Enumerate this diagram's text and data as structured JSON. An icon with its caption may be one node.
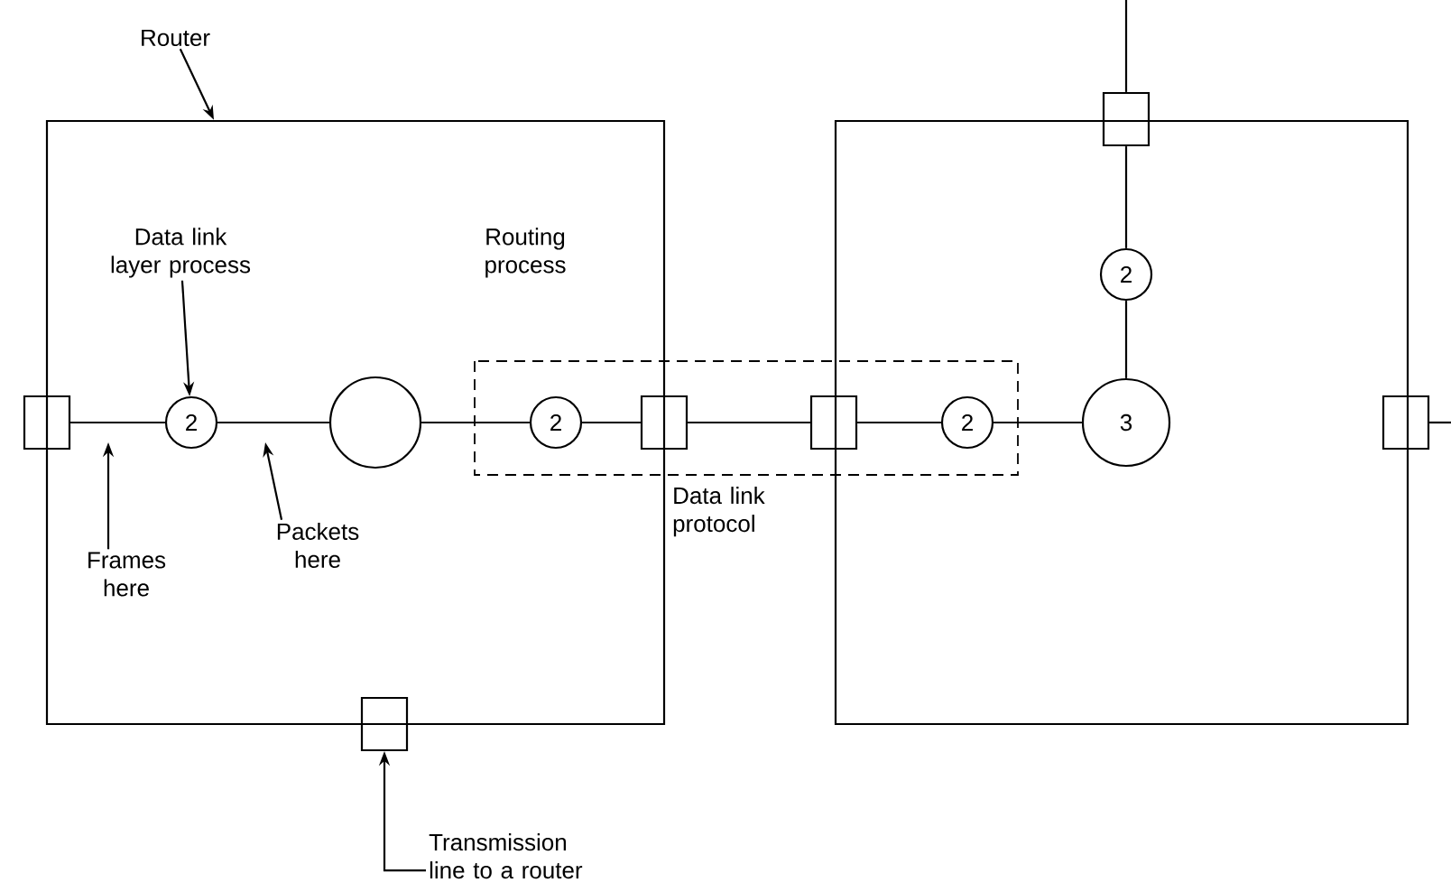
{
  "diagram": {
    "nodes": [
      {
        "text": [
          "Router"
        ]
      },
      {
        "text": [],
        "shape": "box"
      },
      {
        "text": [],
        "shape": "box"
      },
      {
        "text": [
          "Data link layer process"
        ],
        "in": 1
      },
      {
        "text": [],
        "shape": "box"
      },
      {
        "text": [
          "2"
        ],
        "in": 1
      },
      {
        "text": [],
        "shape": "circle",
        "in": 1
      },
      {
        "text": [
          "2"
        ],
        "in": 1
      },
      {
        "text": [],
        "shape": "box"
      },
      {
        "text": [],
        "shape": "box"
      },
      {
        "text": [
          "2"
        ],
        "in": 2
      },
      {
        "text": [
          "3"
        ],
        "in": 2
      },
      {
        "text": [
          "2"
        ],
        "in": 2
      },
      {
        "text": [],
        "shape": "box"
      },
      {
        "text": [],
        "shape": "box"
      },
      {
        "text": [],
        "shape": "box"
      },
      {
        "text": [
          "Frames here"
        ],
        "in": 1
      },
      {
        "text": [
          "Packets here"
        ],
        "in": 1
      },
      {
        "text": [
          "Transmission line to a router"
        ]
      }
    ],
    "edges": [
      {
        "from": 0,
        "to": 1,
        "arrow": "to"
      },
      {
        "from": 3,
        "to": 5,
        "arrow": "to"
      },
      {
        "from": 16,
        "to": null,
        "arrow": "to"
      },
      {
        "from": 17,
        "to": null,
        "arrow": "to"
      },
      {
        "from": 18,
        "to": 15,
        "arrow": "to"
      },
      {
        "from": 4,
        "to": 5,
        "arrow": "none"
      },
      {
        "from": 5,
        "to": 6,
        "arrow": "none"
      },
      {
        "from": 6,
        "to": 7,
        "arrow": "none"
      },
      {
        "from": 7,
        "to": 8,
        "arrow": "none"
      },
      {
        "from": 8,
        "to": 9,
        "arrow": "none"
      },
      {
        "from": 9,
        "to": 10,
        "arrow": "none"
      },
      {
        "from": 10,
        "to": 11,
        "arrow": "none"
      },
      {
        "from": 11,
        "to": 12,
        "arrow": "none"
      },
      {
        "from": 12,
        "to": 13,
        "arrow": "none"
      },
      {
        "from": 13,
        "to": null,
        "arrow": "none"
      },
      {
        "from": 14,
        "to": null,
        "arrow": "none"
      }
    ],
    "labels": [
      "Routing process",
      "Data link protocol"
    ]
  }
}
